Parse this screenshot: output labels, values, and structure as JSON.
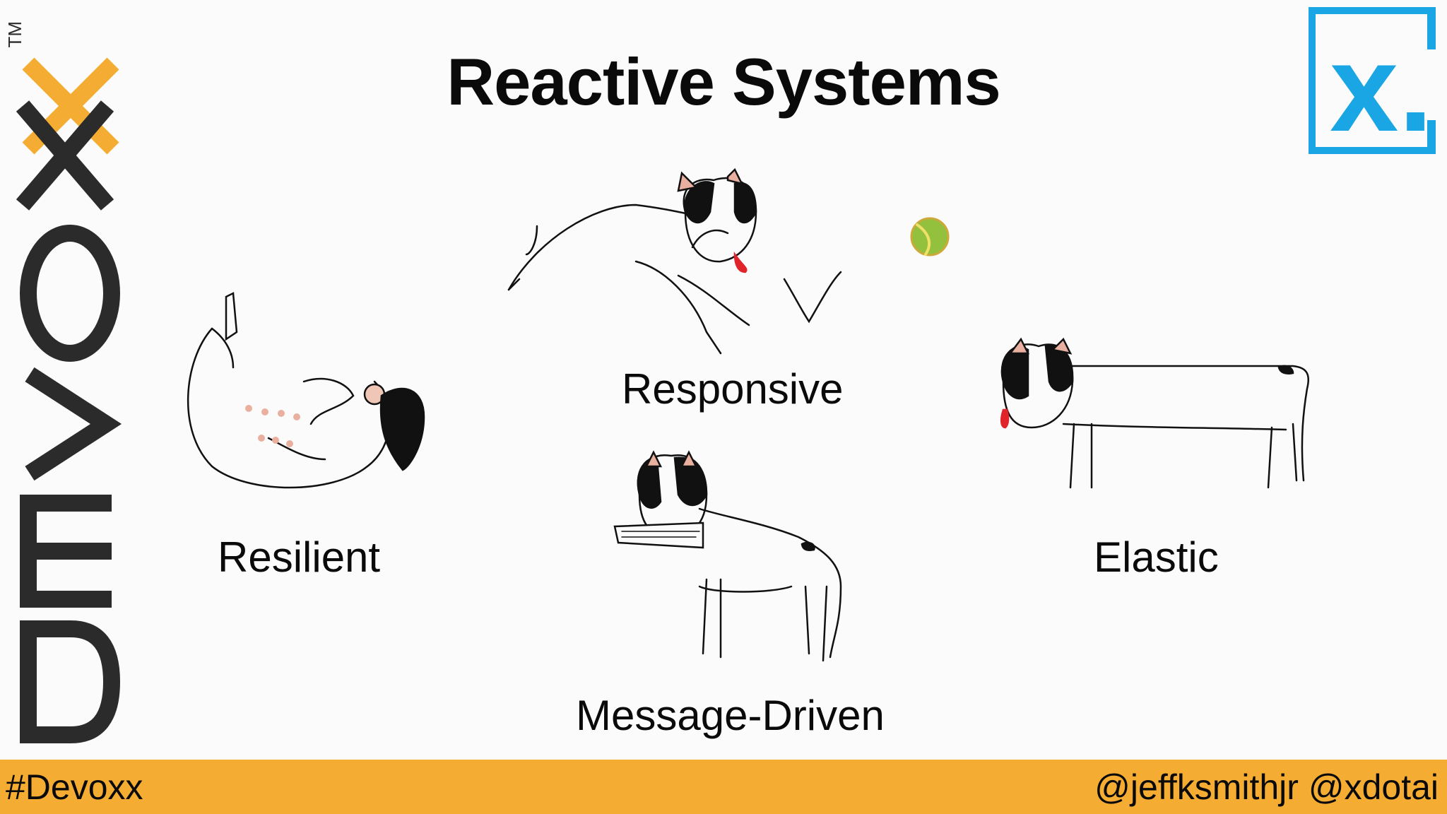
{
  "slide": {
    "title": "Reactive Systems",
    "labels": {
      "resilient": "Resilient",
      "responsive": "Responsive",
      "elastic": "Elastic",
      "message_driven": "Message-Driven"
    }
  },
  "footer": {
    "hashtag": "#Devoxx",
    "handles": "@jeffksmithjr @xdotai"
  },
  "branding": {
    "event_logo_text": "DEVOXX",
    "trademark": "TM",
    "corner_logo_text": "x.",
    "colors": {
      "accent_orange": "#f5ac32",
      "logo_blue": "#1aa6e4",
      "logo_dark": "#2b2b2b"
    }
  }
}
